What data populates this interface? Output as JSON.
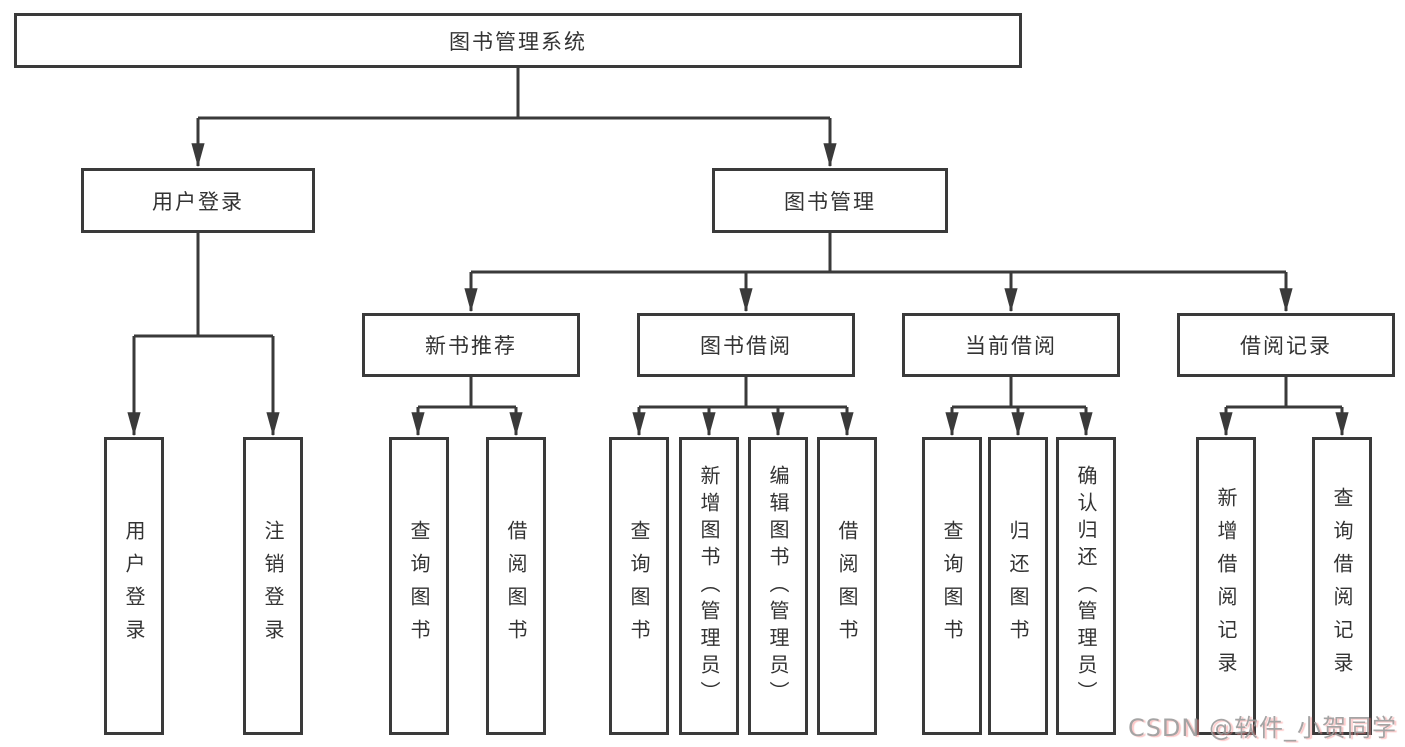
{
  "diagram": {
    "title_node": {
      "label": "图书管理系统"
    },
    "branches": [
      {
        "label": "用户登录"
      },
      {
        "label": "图书管理"
      }
    ],
    "sections": [
      {
        "label": "新书推荐"
      },
      {
        "label": "图书借阅"
      },
      {
        "label": "当前借阅"
      },
      {
        "label": "借阅记录"
      }
    ],
    "leaves": [
      {
        "label": "用户登录"
      },
      {
        "label": "注销登录"
      },
      {
        "label": "查询图书"
      },
      {
        "label": "借阅图书"
      },
      {
        "label": "查询图书"
      },
      {
        "label": "新增图书（管理员）"
      },
      {
        "label": "编辑图书（管理员）"
      },
      {
        "label": "借阅图书"
      },
      {
        "label": "查询图书"
      },
      {
        "label": "归还图书"
      },
      {
        "label": "确认归还（管理员）"
      },
      {
        "label": "新增借阅记录"
      },
      {
        "label": "查询借阅记录"
      }
    ]
  },
  "watermark": {
    "text": "CSDN @软件_小贺同学"
  },
  "colors": {
    "line": "#3a3a3a",
    "text": "#333333",
    "watermark_gray": "#9b9b9b",
    "watermark_red_shadow": "#fa8c8c",
    "background": "#ffffff"
  }
}
